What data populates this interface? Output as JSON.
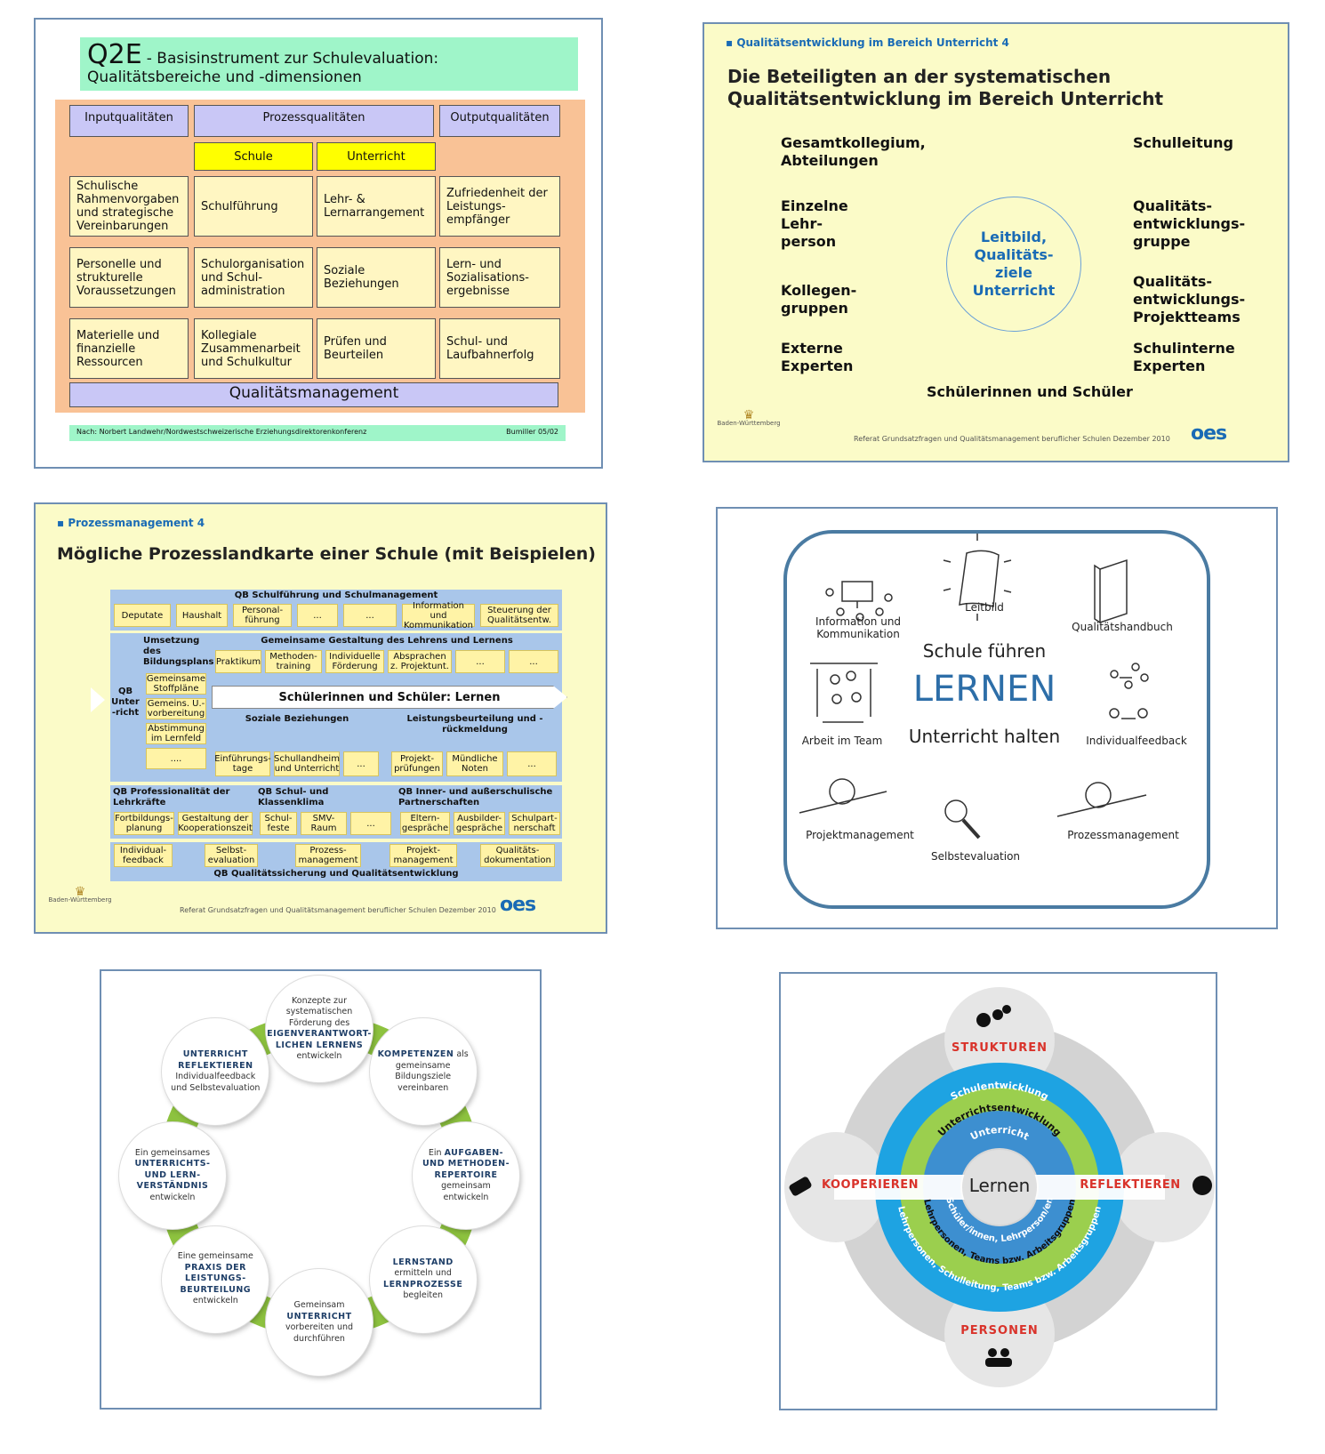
{
  "q2e": {
    "title_big": "Q2E",
    "title_rest": "- Basisinstrument zur Schulevaluation:",
    "title_line2": "Qualitätsbereiche und -dimensionen",
    "headers": [
      "Inputqualitäten",
      "Prozessqualitäten",
      "Outputqualitäten"
    ],
    "sub": [
      "Schule",
      "Unterricht"
    ],
    "rows": [
      [
        "Schulische Rahmenvorgaben und strategische Vereinbarungen",
        "Schulführung",
        "Lehr- & Lernarrangement",
        "Zufriedenheit der Leistungs-empfänger"
      ],
      [
        "Personelle und strukturelle Voraussetzungen",
        "Schulorganisation und Schul-administration",
        "Soziale Beziehungen",
        "Lern- und Sozialisations-ergebnisse"
      ],
      [
        "Materielle und finanzielle Ressourcen",
        "Kollegiale Zusammenarbeit und Schulkultur",
        "Prüfen und Beurteilen",
        "Schul- und Laufbahnerfolg"
      ]
    ],
    "qm": "Qualitätsmanagement",
    "foot_left": "Nach: Norbert Landwehr/Nordwestschweizerische Erziehungsdirektorenkonferenz",
    "foot_right": "Bumiller 05/02"
  },
  "beteiligte": {
    "bullet": "Qualitätsentwicklung im Bereich Unterricht 4",
    "title1": "Die Beteiligten an der systematischen",
    "title2": "Qualitätsentwicklung im Bereich Unterricht",
    "left": [
      "Gesamtkollegium, Abteilungen",
      "Einzelne Lehr- person",
      "Kollegen- gruppen",
      "Externe Experten"
    ],
    "right": [
      "Schulleitung",
      "Qualitäts- entwicklungs- gruppe",
      "Qualitäts- entwicklungs- Projektteams",
      "Schulinterne Experten"
    ],
    "center": "Leitbild, Qualitäts- ziele Unterricht",
    "bottom": "Schülerinnen und Schüler",
    "footer": "Referat Grundsatzfragen und Qualitätsmanagement beruflicher Schulen Dezember 2010",
    "coat": "Baden-Württemberg",
    "logo": "oes"
  },
  "prozess": {
    "bullet": "Prozessmanagement 4",
    "title": "Mögliche Prozesslandkarte einer Schule (mit Beispielen)",
    "top_header": "QB Schulführung und Schulmanagement",
    "top_items": [
      "Deputate",
      "Haushalt",
      "Personal- führung",
      "...",
      "...",
      "Information und Kommunikation",
      "Steuerung der Qualitätsentw."
    ],
    "qb_unterricht": "QB Unter -richt",
    "umsetzung": "Umsetzung des Bildungsplans",
    "umsetzung_items": [
      "Gemeinsame Stoffpläne",
      "Gemeins. U.- vorbereitung",
      "Abstimmung im Lernfeld",
      "...."
    ],
    "gemeinsame": "Gemeinsame Gestaltung des Lehrens und Lernens",
    "gemeinsame_items": [
      "Praktikum",
      "Methoden- training",
      "Individuelle Förderung",
      "Absprachen z. Projektunt.",
      "...",
      "..."
    ],
    "arrow": "Schülerinnen und Schüler: Lernen",
    "soziale": "Soziale Beziehungen",
    "soziale_items": [
      "Einführungs- tage",
      "Schullandheim und Unterricht",
      "..."
    ],
    "leistung": "Leistungsbeurteilung und -rückmeldung",
    "leistung_items": [
      "Projekt- prüfungen",
      "Mündliche Noten",
      "..."
    ],
    "prof": "QB Professionalität der Lehrkräfte",
    "prof_items": [
      "Fortbildungs- planung",
      "Gestaltung der Kooperationszeit"
    ],
    "klima": "QB Schul- und Klassenklima",
    "klima_items": [
      "Schul- feste",
      "SMV- Raum",
      "..."
    ],
    "partner": "QB Inner- und außerschulische Partnerschaften",
    "partner_items": [
      "Eltern- gespräche",
      "Ausbilder- gespräche",
      "Schulpart- nerschaft"
    ],
    "qs_items": [
      "Individual- feedback",
      "Selbst- evaluation",
      "Prozess- management",
      "Projekt- management",
      "Qualitäts- dokumentation"
    ],
    "qs": "QB  Qualitätssicherung und Qualitätsentwicklung",
    "footer": "Referat Grundsatzfragen und Qualitätsmanagement beruflicher Schulen Dezember 2010",
    "coat": "Baden-Württemberg",
    "logo": "oes"
  },
  "lernen": {
    "items": [
      "Information und Kommunikation",
      "Leitbild",
      "Qualitätshandbuch",
      "Arbeit im Team",
      "Individualfeedback",
      "Projektmanagement",
      "Selbstevaluation",
      "Prozessmanagement"
    ],
    "schule": "Schule führen",
    "lernen": "LERNEN",
    "unterricht": "Unterricht halten",
    "blue": "#2d6ea8"
  },
  "kreis": {
    "circles": [
      {
        "pre": "Konzepte zur systematischen Förderung des",
        "bold": "EIGENVERANTWORT- LICHEN LERNENS",
        "post": "entwickeln"
      },
      {
        "pre": "",
        "bold": "KOMPETENZEN",
        "post": "als gemeinsame Bildungsziele vereinbaren"
      },
      {
        "pre": "Ein",
        "bold": "AUFGABEN- UND METHODEN- REPERTOIRE",
        "post": "gemeinsam entwickeln"
      },
      {
        "pre": "",
        "bold": "LERNSTAND",
        "post": "ermitteln und",
        "bold2": "LERNPROZESSE",
        "post2": "begleiten"
      },
      {
        "pre": "Gemeinsam",
        "bold": "UNTERRICHT",
        "post": "vorbereiten und durchführen"
      },
      {
        "pre": "Eine gemeinsame",
        "bold": "PRAXIS DER LEISTUNGS- BEURTEILUNG",
        "post": "entwickeln"
      },
      {
        "pre": "Ein gemeinsames",
        "bold": "UNTERRICHTS- UND LERN- VERSTÄNDNIS",
        "post": "entwickeln"
      },
      {
        "pre": "",
        "bold": "UNTERRICHT REFLEKTIEREN",
        "post": "Individualfeedback und Selbstevaluation"
      }
    ],
    "ring_color": "#8dc23f"
  },
  "rad": {
    "center": "Lernen",
    "strukturen": "STRUKTUREN",
    "personen": "PERSONEN",
    "kooperieren": "KOOPERIEREN",
    "reflektieren": "REFLEKTIEREN",
    "ring1": "Schulentwicklung",
    "ring2": "Unterrichtsentwicklung",
    "ring3": "Unterricht",
    "ring3b": "Schüler/innen, Lehrperson/en",
    "ring2b": "Lehrpersonen, Teams bzw. Arbeitsgruppen",
    "ring1b": "Lehrpersonen, Schulleitung, Teams bzw. Arbeitsgruppen",
    "red": "#d9332b"
  }
}
